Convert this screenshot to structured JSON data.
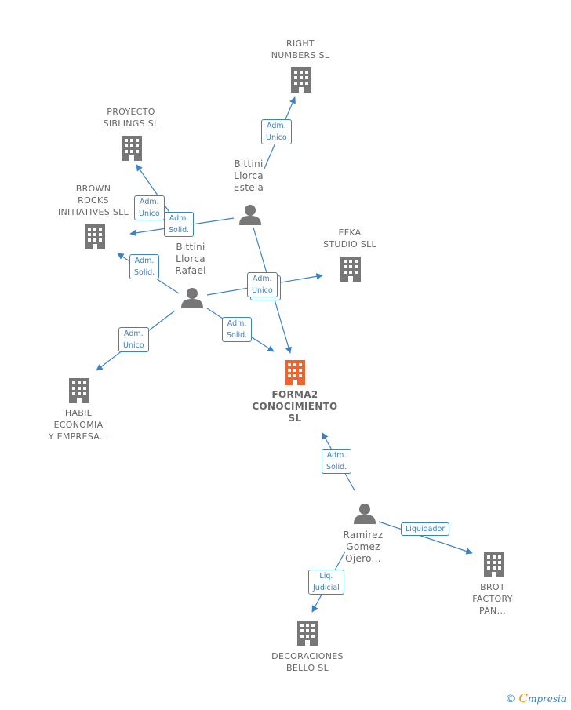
{
  "colors": {
    "edge": "#3b82c4",
    "node": "#777777",
    "main_node": "#f0622e"
  },
  "companies": [
    {
      "id": "right",
      "lines": [
        "RIGHT",
        "NUMBERS  SL"
      ],
      "icon": "building-icon"
    },
    {
      "id": "proyecto",
      "lines": [
        "PROYECTO",
        "SIBLINGS  SL"
      ],
      "icon": "building-icon"
    },
    {
      "id": "brown",
      "lines": [
        "BROWN",
        "ROCKS",
        "INITIATIVES  SLL"
      ],
      "icon": "building-icon"
    },
    {
      "id": "efka",
      "lines": [
        "EFKA",
        "STUDIO  SLL"
      ],
      "icon": "building-icon"
    },
    {
      "id": "habil",
      "lines": [
        "HABIL",
        "ECONOMIA",
        "Y EMPRESA..."
      ],
      "icon": "building-icon"
    },
    {
      "id": "forma2",
      "lines": [
        "FORMA2",
        "CONOCIMIENTO",
        "SL"
      ],
      "icon": "building-icon",
      "main": true
    },
    {
      "id": "brot",
      "lines": [
        "BROT",
        "FACTORY",
        "PAN..."
      ],
      "icon": "building-icon"
    },
    {
      "id": "decoraciones",
      "lines": [
        "DECORACIONES",
        "BELLO SL"
      ],
      "icon": "building-icon"
    }
  ],
  "people": [
    {
      "id": "estela",
      "lines": [
        "Bittini",
        "Llorca",
        "Estela"
      ],
      "icon": "person-icon"
    },
    {
      "id": "rafael",
      "lines": [
        "Bittini",
        "Llorca",
        "Rafael"
      ],
      "icon": "person-icon"
    },
    {
      "id": "ramirez",
      "lines": [
        "Ramirez",
        "Gomez",
        "Ojero..."
      ],
      "icon": "person-icon"
    }
  ],
  "relations": [
    {
      "id": "estela-right",
      "lines": [
        "Adm.",
        "Unico"
      ]
    },
    {
      "id": "estela-proyecto",
      "lines": [
        "Adm.",
        "Unico"
      ]
    },
    {
      "id": "estela-brown",
      "lines": [
        "Adm.",
        "Solid."
      ]
    },
    {
      "id": "rafael-brown",
      "lines": [
        "Adm.",
        "Solid."
      ]
    },
    {
      "id": "rafael-efka",
      "lines": [
        "Adm.",
        "Unico"
      ],
      "stacked": true
    },
    {
      "id": "rafael-forma2",
      "lines": [
        "Adm.",
        "Solid."
      ]
    },
    {
      "id": "rafael-habil",
      "lines": [
        "Adm.",
        "Unico"
      ]
    },
    {
      "id": "ramirez-forma2",
      "lines": [
        "Adm.",
        "Solid."
      ]
    },
    {
      "id": "ramirez-brot",
      "lines": [
        "Liquidador"
      ]
    },
    {
      "id": "ramirez-decoraciones",
      "lines": [
        "Liq.",
        "Judicial"
      ]
    }
  ],
  "brand": {
    "copyright": "©",
    "initial": "C",
    "rest": "mpresia"
  }
}
